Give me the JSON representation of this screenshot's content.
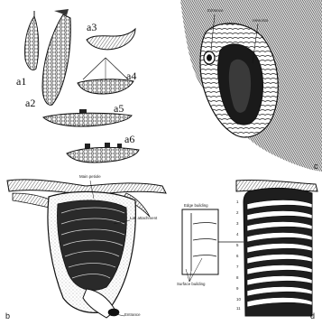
{
  "panel_a": {
    "labels": [
      "a1",
      "a2",
      "a3",
      "a4",
      "a5",
      "a6"
    ]
  },
  "panel_b": {
    "letter": "b",
    "callouts": {
      "main_petiole": "Main petiole",
      "lat_attachment": "Lat. attachment",
      "entrance": "Entrance"
    }
  },
  "panel_c": {
    "letter": "c",
    "callouts": {
      "entrance": "Entrance",
      "mesoma": "Mesoma"
    }
  },
  "panel_d": {
    "letter": "d",
    "callouts": {
      "edge_building": "Edge building",
      "surface_building": "Surface building"
    },
    "tier_numbers": [
      "1",
      "2",
      "3",
      "4",
      "5",
      "6",
      "7",
      "8",
      "9",
      "10",
      "11"
    ]
  }
}
